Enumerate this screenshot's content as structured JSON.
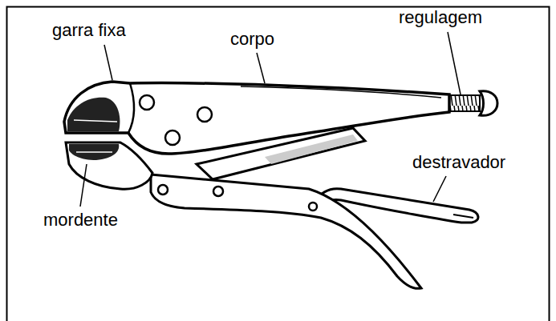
{
  "diagram": {
    "labels": [
      "garra fixa",
      "corpo",
      "regulagem",
      "destravador",
      "mordente"
    ]
  }
}
